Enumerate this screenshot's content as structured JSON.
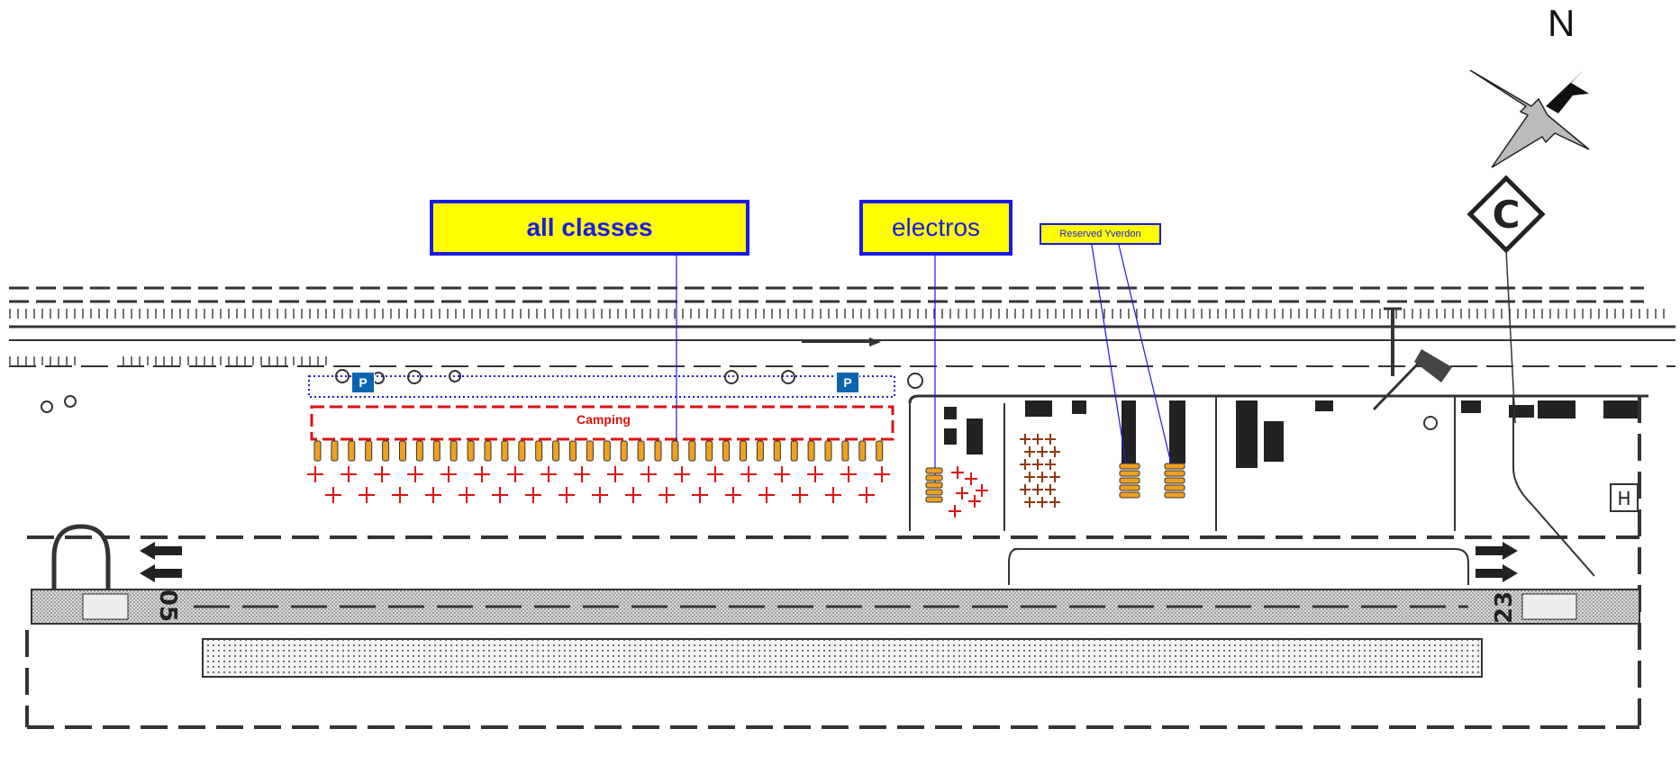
{
  "labels": {
    "all_classes": "all classes",
    "electros": "electros",
    "reserved": "Reserved Yverdon",
    "camping": "Camping",
    "parking_1": "P",
    "parking_2": "P"
  },
  "runway": {
    "end_west": "05",
    "end_east": "23"
  },
  "compass": {
    "north": "N"
  },
  "colors": {
    "label_fill": "#ffff00",
    "label_border": "#1a1ae6",
    "camping_red": "#dd1111",
    "glider_orange": "#f0a020",
    "tent_brown": "#8b3a10",
    "parking_blue": "#0c64b0"
  },
  "icons": {
    "parking": "parking-sign-icon",
    "compass": "compass-rose-icon",
    "airfield": "airfield-c-sign-icon",
    "heliport": "heliport-h-icon",
    "windsock": "windsock-icon"
  }
}
